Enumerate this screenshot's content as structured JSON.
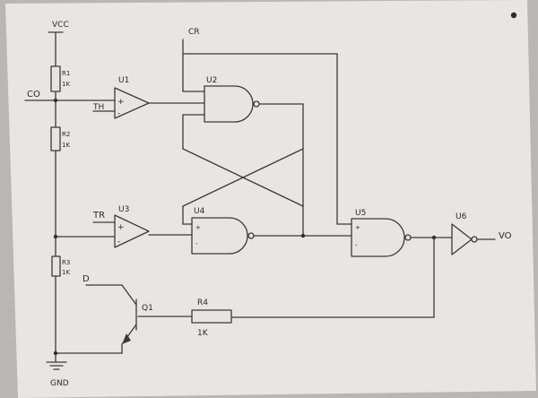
{
  "labels": {
    "vcc": "VCC",
    "gnd": "GND",
    "co": "CO",
    "cr": "CR",
    "th": "TH",
    "tr": "TR",
    "d": "D",
    "vo": "VO",
    "r1": "R1",
    "r1_val": "1K",
    "r2": "R2",
    "r2_val": "1K",
    "r3": "R3",
    "r3_val": "1K",
    "r4": "R4",
    "r4_val": "1K",
    "u1": "U1",
    "u2": "U2",
    "u3": "U3",
    "u4": "U4",
    "u5": "U5",
    "u6": "U6",
    "q1": "Q1",
    "plus": "+",
    "minus": "-"
  }
}
